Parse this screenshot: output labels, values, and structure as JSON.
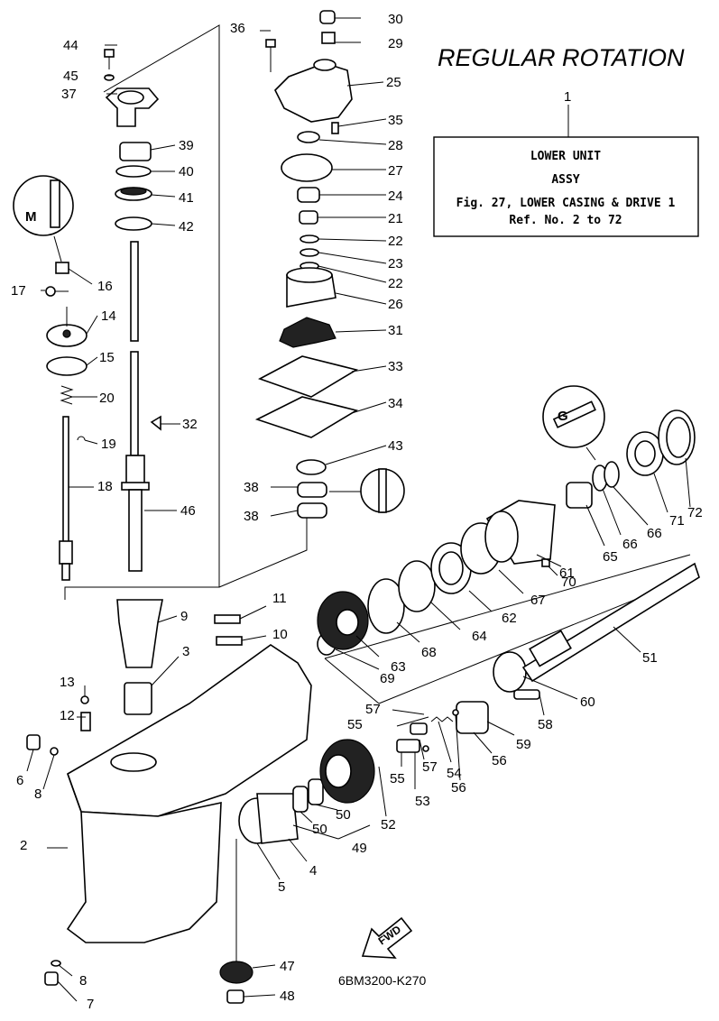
{
  "title": "REGULAR ROTATION",
  "info_box": {
    "ref": "1",
    "line1": "LOWER UNIT",
    "line2": "ASSY",
    "line3": "Fig. 27, LOWER CASING & DRIVE 1",
    "line4": "Ref. No. 2 to 72"
  },
  "diagram_code": "6BM3200-K270",
  "fwd_label": "FWD",
  "callouts": {
    "n2": "2",
    "n3": "3",
    "n4": "4",
    "n5": "5",
    "n6": "6",
    "n7": "7",
    "n8a": "8",
    "n8b": "8",
    "n9": "9",
    "n10": "10",
    "n11": "11",
    "n12": "12",
    "n13": "13",
    "n14": "14",
    "n15": "15",
    "n16": "16",
    "n17": "17",
    "n18": "18",
    "n19": "19",
    "n20": "20",
    "n21": "21",
    "n22a": "22",
    "n22b": "22",
    "n23": "23",
    "n24": "24",
    "n25": "25",
    "n26": "26",
    "n27": "27",
    "n28": "28",
    "n29": "29",
    "n30": "30",
    "n31": "31",
    "n32": "32",
    "n33": "33",
    "n34": "34",
    "n35": "35",
    "n36": "36",
    "n37": "37",
    "n38a": "38",
    "n38b": "38",
    "n39": "39",
    "n40": "40",
    "n41": "41",
    "n42": "42",
    "n43": "43",
    "n44": "44",
    "n45": "45",
    "n46": "46",
    "n47": "47",
    "n48": "48",
    "n49": "49",
    "n50a": "50",
    "n50b": "50",
    "n51": "51",
    "n52": "52",
    "n53": "53",
    "n54": "54",
    "n55a": "55",
    "n55b": "55",
    "n56a": "56",
    "n56b": "56",
    "n57a": "57",
    "n57b": "57",
    "n58": "58",
    "n59": "59",
    "n60": "60",
    "n61": "61",
    "n62": "62",
    "n63": "63",
    "n64": "64",
    "n65": "65",
    "n66a": "66",
    "n66b": "66",
    "n67": "67",
    "n68": "68",
    "n69": "69",
    "n70": "70",
    "n71": "71",
    "n72": "72"
  }
}
